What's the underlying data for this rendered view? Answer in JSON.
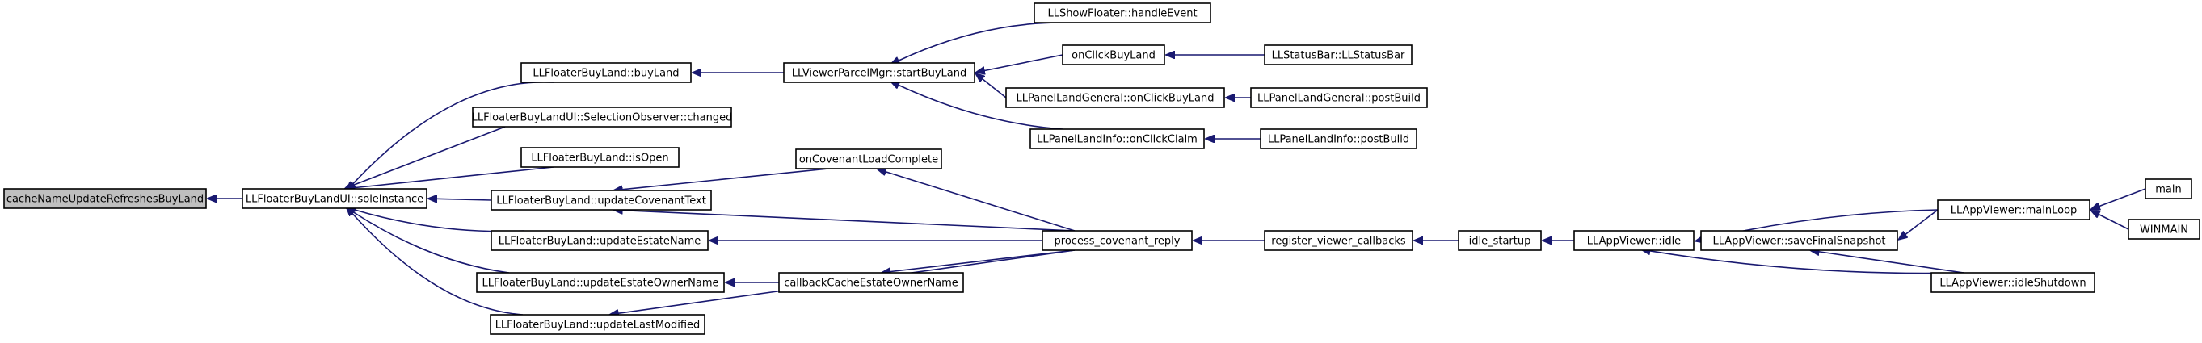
{
  "diagram": {
    "nodes": [
      {
        "id": "root",
        "label": "cacheNameUpdateRefreshesBuyLand",
        "highlighted": true
      },
      {
        "id": "soleInstance",
        "label": "LLFloaterBuyLandUI::soleInstance"
      },
      {
        "id": "buyLand",
        "label": "LLFloaterBuyLand::buyLand"
      },
      {
        "id": "selChanged",
        "label": "LLFloaterBuyLandUI::SelectionObserver::changed"
      },
      {
        "id": "isOpen",
        "label": "LLFloaterBuyLand::isOpen"
      },
      {
        "id": "updCovText",
        "label": "LLFloaterBuyLand::updateCovenantText"
      },
      {
        "id": "updEstateName",
        "label": "LLFloaterBuyLand::updateEstateName"
      },
      {
        "id": "updEstateOwner",
        "label": "LLFloaterBuyLand::updateEstateOwnerName"
      },
      {
        "id": "updLastMod",
        "label": "LLFloaterBuyLand::updateLastModified"
      },
      {
        "id": "startBuyLand",
        "label": "LLViewerParcelMgr::startBuyLand"
      },
      {
        "id": "onCovLoad",
        "label": "onCovenantLoadComplete"
      },
      {
        "id": "cbCacheOwner",
        "label": "callbackCacheEstateOwnerName"
      },
      {
        "id": "procCov",
        "label": "process_covenant_reply"
      },
      {
        "id": "showFloater",
        "label": "LLShowFloater::handleEvent"
      },
      {
        "id": "onClickBuyLand",
        "label": "onClickBuyLand"
      },
      {
        "id": "plgOnClick",
        "label": "LLPanelLandGeneral::onClickBuyLand"
      },
      {
        "id": "pliOnClick",
        "label": "LLPanelLandInfo::onClickClaim"
      },
      {
        "id": "statusBar",
        "label": "LLStatusBar::LLStatusBar"
      },
      {
        "id": "plgPostBuild",
        "label": "LLPanelLandGeneral::postBuild"
      },
      {
        "id": "pliPostBuild",
        "label": "LLPanelLandInfo::postBuild"
      },
      {
        "id": "regCallbacks",
        "label": "register_viewer_callbacks"
      },
      {
        "id": "idleStartup",
        "label": "idle_startup"
      },
      {
        "id": "appIdle",
        "label": "LLAppViewer::idle"
      },
      {
        "id": "saveSnap",
        "label": "LLAppViewer::saveFinalSnapshot"
      },
      {
        "id": "mainLoop",
        "label": "LLAppViewer::mainLoop"
      },
      {
        "id": "idleShutdown",
        "label": "LLAppViewer::idleShutdown"
      },
      {
        "id": "main",
        "label": "main"
      },
      {
        "id": "winmain",
        "label": "WINMAIN"
      }
    ],
    "edges": [
      {
        "from": "soleInstance",
        "to": "root"
      },
      {
        "from": "buyLand",
        "to": "soleInstance"
      },
      {
        "from": "selChanged",
        "to": "soleInstance"
      },
      {
        "from": "isOpen",
        "to": "soleInstance"
      },
      {
        "from": "updCovText",
        "to": "soleInstance"
      },
      {
        "from": "updEstateName",
        "to": "soleInstance"
      },
      {
        "from": "updEstateOwner",
        "to": "soleInstance"
      },
      {
        "from": "updLastMod",
        "to": "soleInstance"
      },
      {
        "from": "startBuyLand",
        "to": "buyLand"
      },
      {
        "from": "onCovLoad",
        "to": "updCovText"
      },
      {
        "from": "procCov",
        "to": "updCovText"
      },
      {
        "from": "procCov",
        "to": "updEstateName"
      },
      {
        "from": "cbCacheOwner",
        "to": "updEstateOwner"
      },
      {
        "from": "procCov",
        "to": "updLastMod"
      },
      {
        "from": "showFloater",
        "to": "startBuyLand"
      },
      {
        "from": "onClickBuyLand",
        "to": "startBuyLand"
      },
      {
        "from": "plgOnClick",
        "to": "startBuyLand"
      },
      {
        "from": "pliOnClick",
        "to": "startBuyLand"
      },
      {
        "from": "procCov",
        "to": "onCovLoad"
      },
      {
        "from": "procCov",
        "to": "cbCacheOwner"
      },
      {
        "from": "statusBar",
        "to": "onClickBuyLand"
      },
      {
        "from": "plgPostBuild",
        "to": "plgOnClick"
      },
      {
        "from": "pliPostBuild",
        "to": "pliOnClick"
      },
      {
        "from": "regCallbacks",
        "to": "procCov"
      },
      {
        "from": "idleStartup",
        "to": "regCallbacks"
      },
      {
        "from": "appIdle",
        "to": "idleStartup"
      },
      {
        "from": "saveSnap",
        "to": "appIdle"
      },
      {
        "from": "mainLoop",
        "to": "appIdle"
      },
      {
        "from": "idleShutdown",
        "to": "appIdle"
      },
      {
        "from": "mainLoop",
        "to": "saveSnap"
      },
      {
        "from": "idleShutdown",
        "to": "saveSnap"
      },
      {
        "from": "main",
        "to": "mainLoop"
      },
      {
        "from": "winmain",
        "to": "mainLoop"
      }
    ],
    "colors": {
      "edge": "#191970",
      "root_fill": "#bfbfbf",
      "node_fill": "#ffffff",
      "node_border": "#000000"
    }
  }
}
